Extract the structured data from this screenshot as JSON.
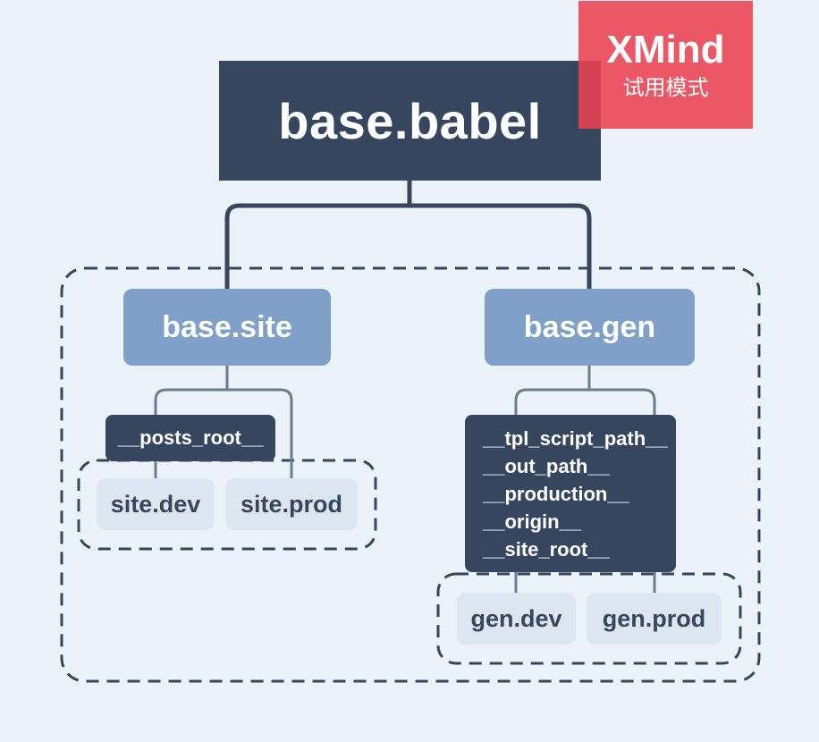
{
  "diagram": {
    "root": {
      "label": "base.babel"
    },
    "branches": [
      {
        "label": "base.site",
        "variables": [
          "__posts_root__"
        ],
        "children": [
          "site.dev",
          "site.prod"
        ]
      },
      {
        "label": "base.gen",
        "variables": [
          "__tpl_script_path__",
          "__out_path__",
          "__production__",
          "__origin__",
          "__site_root__"
        ],
        "children": [
          "gen.dev",
          "gen.prod"
        ]
      }
    ]
  },
  "watermark": {
    "brand": "XMind",
    "mode": "试用模式"
  },
  "colors": {
    "background": "#ebf2f9",
    "dark_node": "#35465e",
    "branch_node": "#7fa0c8",
    "leaf_node": "#dde6f0",
    "watermark": "#ea414e",
    "connector": "#35465e",
    "leaf_connector": "#6a7d93"
  }
}
